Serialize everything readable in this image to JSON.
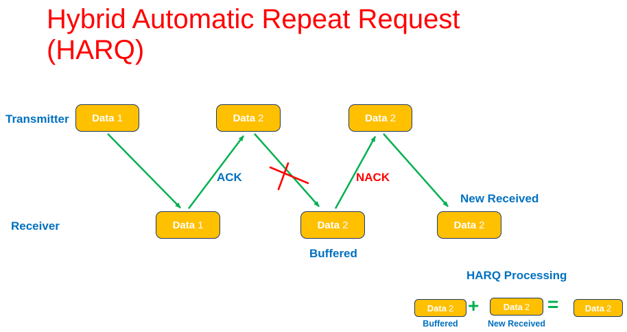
{
  "title": "Hybrid Automatic Repeat Request (HARQ)",
  "colors": {
    "title_red": "#FF0000",
    "label_blue": "#0070C0",
    "nack_red": "#FF0000",
    "box_fill": "#FFC000",
    "box_border": "#203864",
    "arrow_green": "#00B050"
  },
  "lanes": {
    "transmitter": "Transmitter",
    "receiver": "Receiver"
  },
  "transmitter_boxes": [
    {
      "word": "Data",
      "num": "1"
    },
    {
      "word": "Data",
      "num": "2"
    },
    {
      "word": "Data",
      "num": "2"
    }
  ],
  "receiver_boxes": [
    {
      "word": "Data",
      "num": "1"
    },
    {
      "word": "Data",
      "num": "2"
    },
    {
      "word": "Data",
      "num": "2"
    }
  ],
  "labels": {
    "ack": "ACK",
    "nack": "NACK",
    "buffered": "Buffered",
    "new_received": "New Received"
  },
  "processing": {
    "title": "HARQ Processing",
    "plus": "+",
    "equals": "=",
    "boxes": [
      {
        "word": "Data",
        "num": "2",
        "caption": "Buffered"
      },
      {
        "word": "Data",
        "num": "2",
        "caption": "New Received"
      },
      {
        "word": "Data",
        "num": "2"
      }
    ]
  }
}
